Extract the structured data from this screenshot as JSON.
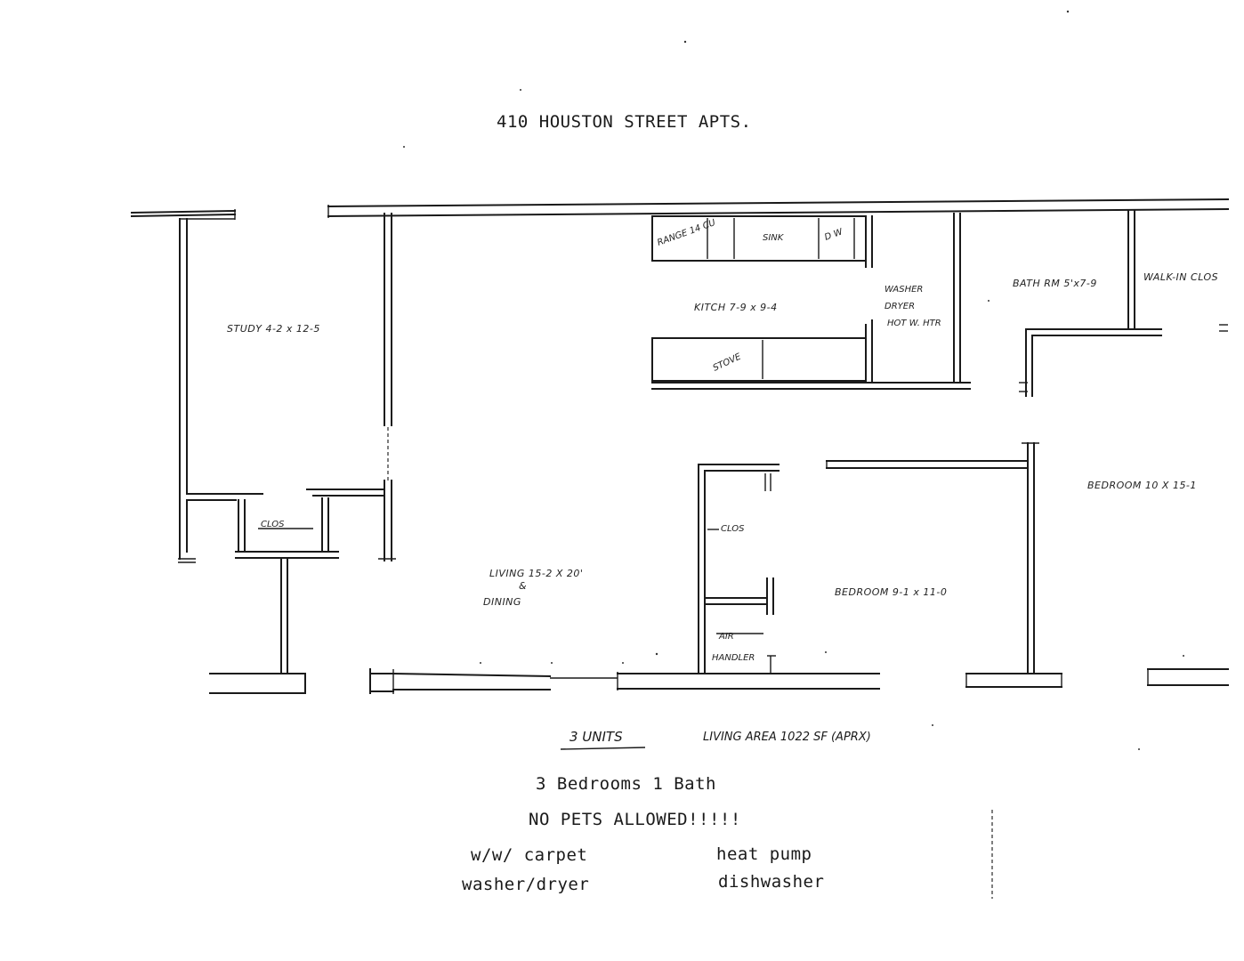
{
  "title": "410 HOUSTON STREET APTS.",
  "rooms": {
    "study": "STUDY 4-2 x 12-5",
    "kitchen": "KITCH 7-9 x 9-4",
    "bath": "BATH RM 5'x7-9",
    "walkin": "WALK-IN CLOS",
    "living_line1": "LIVING  15-2 X 20'",
    "living_amp": "&",
    "living_line2": "DINING",
    "bedroom_middle": "BEDROOM  9-1 x 11-0",
    "bedroom_right": "BEDROOM  10 X 15-1"
  },
  "fixtures": {
    "range": "RANGE 14 CU",
    "sink": "SINK",
    "dw": "D W",
    "stove": "STOVE",
    "washer": "WASHER",
    "dryer": "DRYER",
    "hot_water": "HOT W. HTR",
    "closet_study": "CLOS",
    "closet_hall": "CLOS",
    "air": "AIR",
    "handler": "HANDLER"
  },
  "notes": {
    "units": "3 UNITS",
    "living_area": "LIVING AREA  1022 SF (APRX)"
  },
  "summary": {
    "bed_bath": "3 Bedrooms  1 Bath",
    "no_pets": "NO PETS ALLOWED!!!!!"
  },
  "features": {
    "carpet": "w/w/ carpet",
    "washer": "washer/dryer",
    "heat": "heat pump",
    "dishwasher": "dishwasher"
  }
}
